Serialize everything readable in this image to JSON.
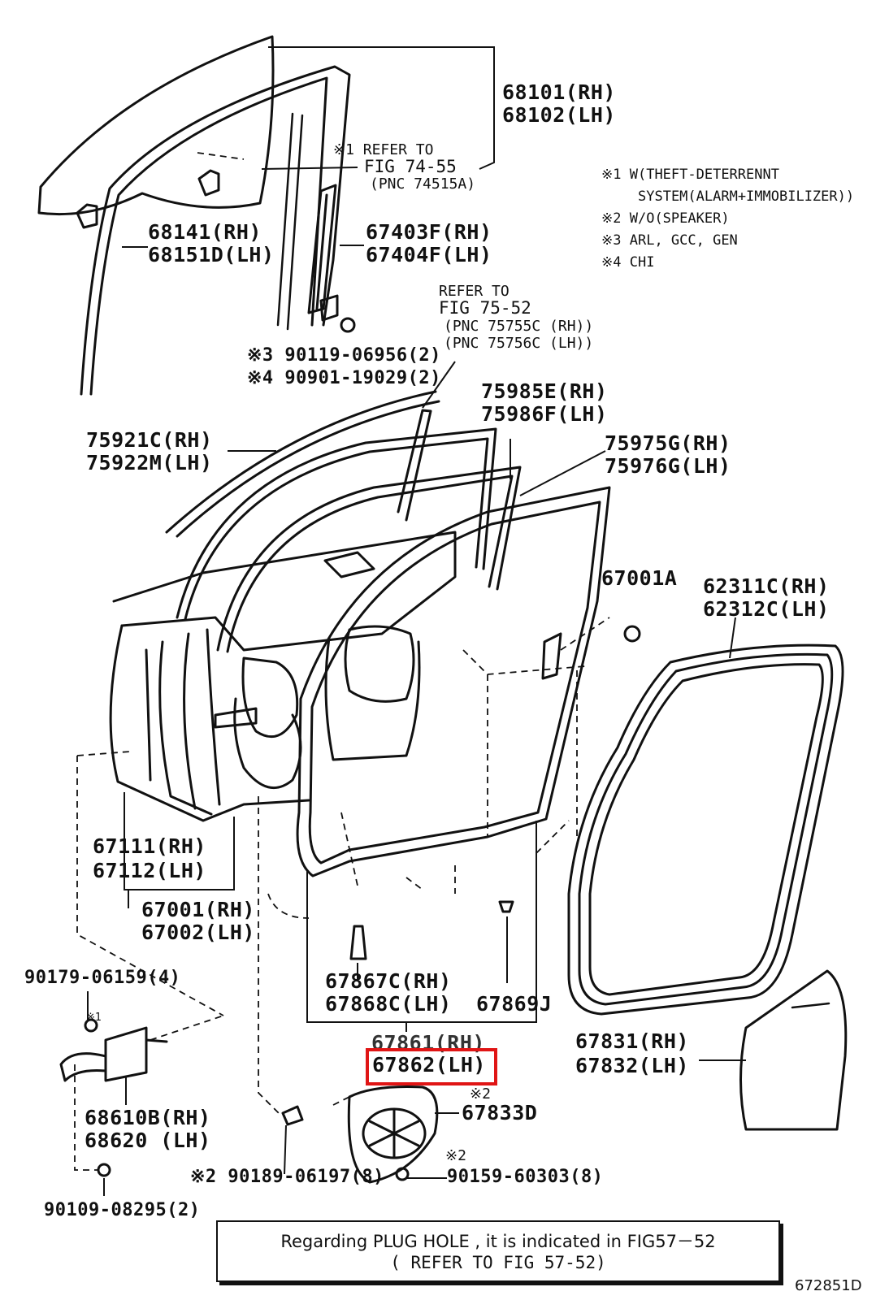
{
  "figure_code": "672851D",
  "footnotes": [
    {
      "mark": "※1",
      "text": "W(THEFT-DETERRENNT"
    },
    {
      "mark": "",
      "text": "SYSTEM(ALARM+IMMOBILIZER))"
    },
    {
      "mark": "※2",
      "text": "W/O(SPEAKER)"
    },
    {
      "mark": "※3",
      "text": "ARL, GCC, GEN"
    },
    {
      "mark": "※4",
      "text": "CHI"
    }
  ],
  "refs": {
    "fig7455": {
      "l1": "※1 REFER TO",
      "l2": "FIG  74-55",
      "l3": "(PNC  74515A)"
    },
    "fig7552": {
      "l1": "REFER  TO",
      "l2": "FIG  75-52",
      "l3": "(PNC  75755C (RH))",
      "l4": "(PNC  75756C (LH))"
    }
  },
  "parts": {
    "p68101": "68101(RH)",
    "p68102": "68102(LH)",
    "p68141": "68141(RH)",
    "p68151": "68151D(LH)",
    "p67403": "67403F(RH)",
    "p67404": "67404F(LH)",
    "p90119": "※3 90119-06956(2)",
    "p90901": "※4 90901-19029(2)",
    "p75985": "75985E(RH)",
    "p75986": "75986F(LH)",
    "p75921": "75921C(RH)",
    "p75922": "75922M(LH)",
    "p75975": "75975G(RH)",
    "p75976": "75976G(LH)",
    "p67001A": "67001A",
    "p62311": "62311C(RH)",
    "p62312": "62312C(LH)",
    "p67111": "67111(RH)",
    "p67112": "67112(LH)",
    "p67001": "67001(RH)",
    "p67002": "67002(LH)",
    "p90179": "90179-06159(4)",
    "p67867": "67867C(RH)",
    "p67868": "67868C(LH)",
    "p67869": "67869J",
    "p67861": "67861(RH)",
    "p67862": "67862(LH)",
    "p67831": "67831(RH)",
    "p67832": "67832(LH)",
    "p68610": "68610B(RH)",
    "p68620": "68620  (LH)",
    "p67833": "67833D",
    "p67833_mark": "※2",
    "p90189": "※2 90189-06197(8)",
    "p90159": "90159-60303(8)",
    "p90159_mark": "※2",
    "p90109": "90109-08295(2)",
    "clip_mark": "※1"
  },
  "bottom_note": {
    "line1": "Regarding  PLUG HOLE , it is indicated in FIG57－52",
    "line2": "( REFER TO FIG 57-52)"
  },
  "highlight_color": "#e01515"
}
